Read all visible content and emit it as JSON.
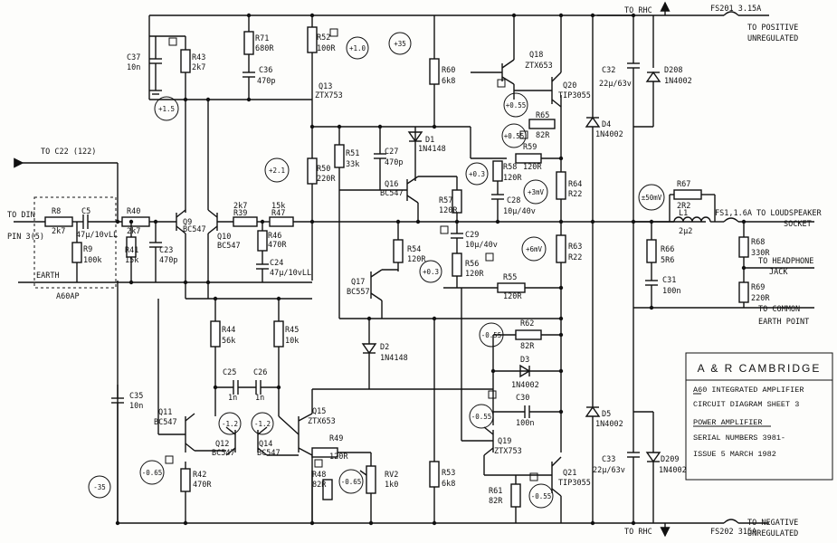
{
  "connectors": {
    "to_rhc_top": "TO RHC",
    "to_rhc_bottom": "TO RHC",
    "to_c22": "TO C22 (122)",
    "to_din": "TO DIN",
    "din_pin": "PIN 3(5)",
    "earth": "EARTH",
    "board": "A60AP",
    "fs201": "FS201 3.15A",
    "fs202": "FS202 315A",
    "to_pos_1": "TO POSITIVE",
    "to_pos_2": "UNREGULATED",
    "to_neg_1": "TO NEGATIVE",
    "to_neg_2": "UNREGULATED",
    "fs1": "FS1,1.6A",
    "to_ls_1": "TO LOUDSPEAKER",
    "to_ls_2": "SOCKET",
    "to_hp_1": "TO HEADPHONE",
    "to_hp_2": "JACK",
    "to_ce_1": "TO COMMON",
    "to_ce_2": "EARTH POINT"
  },
  "meters": {
    "m_p15": "+1.5",
    "m_p10": "+1.0",
    "m_p35": "+35",
    "m_p21": "+2.1",
    "m_p03a": "+0.3",
    "m_p03b": "+0.3",
    "m_p055a": "+0.55",
    "m_p055b": "+0.55",
    "m_3mv": "+3mV",
    "m_6mv": "+6mV",
    "m_50mv": "±50mV",
    "m_m055a": "-0.55",
    "m_m055b": "-0.55",
    "m_m055c": "-0.55",
    "m_m12a": "-1.2",
    "m_m12b": "-1.2",
    "m_m065a": "-0.65",
    "m_m065b": "-0.65",
    "m_m35": "-35"
  },
  "components": {
    "r8_n": "R8",
    "r8_v": "2k7",
    "c5_n": "C5",
    "c5_v": "47μ/10vLL",
    "r9_n": "R9",
    "r9_v": "100k",
    "r40_n": "R40",
    "r40_v": "2k7",
    "r41_n": "R41",
    "r41_v": "15k",
    "c23_n": "C23",
    "c23_v": "470p",
    "c37_n": "C37",
    "c37_v": "10n",
    "r43_n": "R43",
    "r43_v": "2k7",
    "r71_n": "R71",
    "r71_v": "680R",
    "c36_n": "C36",
    "c36_v": "470p",
    "r52_n": "R52",
    "r52_v": "100R",
    "q13_n": "Q13",
    "q13_v": "ZTX753",
    "q9_n": "Q9",
    "q9_v": "BC547",
    "q10_n": "Q10",
    "q10_v": "BC547",
    "r39_v": "2k7",
    "r39_n": "R39",
    "r47_v": "15k",
    "r47_n": "R47",
    "r46_n": "R46",
    "r46_v": "470R",
    "c24_n": "C24",
    "c24_v": "47μ/10vLL",
    "r60_n": "R60",
    "r60_v": "6k8",
    "r51_n": "R51",
    "r51_v": "33k",
    "c27_n": "C27",
    "c27_v": "470p",
    "r50_n": "R50",
    "r50_v": "220R",
    "d1_n": "D1",
    "d1_v": "1N4148",
    "q16_n": "Q16",
    "q16_v": "BC547",
    "r57_n": "R57",
    "r57_v": "120R",
    "r58_n": "R58",
    "r58_v": "120R",
    "c28_n": "C28",
    "c28_v": "10μ/40v",
    "r59_n": "R59",
    "r59_v": "120R",
    "r64_n": "R64",
    "r64_v": "R22",
    "q18_n": "Q18",
    "q18_v": "ZTX653",
    "q20_n": "Q20",
    "q20_v": "TIP3055",
    "r65_n": "R65",
    "r65_v": "82R",
    "c32_n": "C32",
    "c32_v": "22μ/63v",
    "d208_n": "D208",
    "d208_v": "1N4002",
    "d4_n": "D4",
    "d4_v": "1N4002",
    "r67_n": "R67",
    "r67_v": "2R2",
    "l1_n": "L1",
    "l1_v": "2μ2",
    "r66_n": "R66",
    "r66_v": "5R6",
    "c31_n": "C31",
    "c31_v": "100n",
    "r68_n": "R68",
    "r68_v": "330R",
    "r69_n": "R69",
    "r69_v": "220R",
    "c29_n": "C29",
    "c29_v": "10μ/40v",
    "r54_n": "R54",
    "r54_v": "120R",
    "r56_n": "R56",
    "r56_v": "120R",
    "r63_n": "R63",
    "r63_v": "R22",
    "r55_n": "R55",
    "r55_v": "120R",
    "q17_n": "Q17",
    "q17_v": "BC557",
    "d2_n": "D2",
    "d2_v": "1N4148",
    "r44_n": "R44",
    "r44_v": "56k",
    "r45_n": "R45",
    "r45_v": "10k",
    "c25_n": "C25",
    "c25_v": "1n",
    "c26_n": "C26",
    "c26_v": "1n",
    "c35_n": "C35",
    "c35_v": "10n",
    "q11_n": "Q11",
    "q11_v": "BC547",
    "q12_n": "Q12",
    "q12_v": "BC547",
    "q14_n": "Q14",
    "q14_v": "BC547",
    "q15_n": "Q15",
    "q15_v": "ZTX653",
    "r42_n": "R42",
    "r42_v": "470R",
    "r49_n": "R49",
    "r49_v": "120R",
    "r48_n": "R48",
    "r48_v": "82R",
    "rv2_n": "RV2",
    "rv2_v": "1k0",
    "r53_n": "R53",
    "r53_v": "6k8",
    "r62_n": "R62",
    "r62_v": "82R",
    "d3_n": "D3",
    "d3_v": "1N4002",
    "c30_n": "C30",
    "c30_v": "100n",
    "q19_n": "Q19",
    "q19_v": "ZTX753",
    "q21_n": "Q21",
    "q21_v": "TIP3055",
    "r61_n": "R61",
    "r61_v": "82R",
    "d5_n": "D5",
    "d5_v": "1N4002",
    "c33_n": "C33",
    "c33_v": "22μ/63v",
    "d209_n": "D209",
    "d209_v": "1N4002"
  },
  "title_block": {
    "company": "A & R  CAMBRIDGE",
    "line1": "A60 INTEGRATED AMPLIFIER",
    "line2": "CIRCUIT DIAGRAM SHEET 3",
    "line3": "POWER AMPLIFIER",
    "line4": "SERIAL NUMBERS 3981-",
    "line5": "ISSUE 5  MARCH 1982"
  }
}
